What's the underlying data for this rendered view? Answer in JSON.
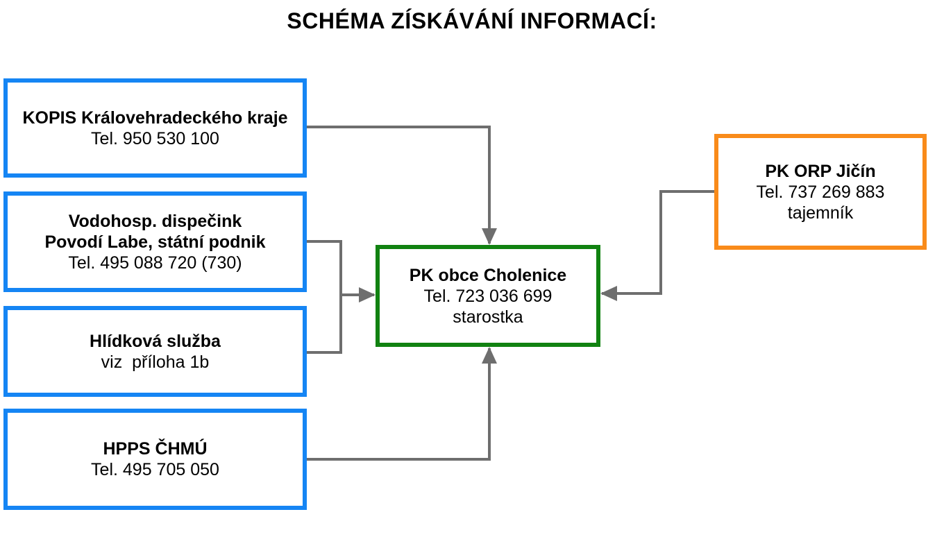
{
  "title": "SCHÉMA ZÍSKÁVÁNÍ INFORMACÍ:",
  "colors": {
    "source_border": "#1585f4",
    "center_border": "#118211",
    "orp_border": "#f98b1a",
    "connector": "#6e6e6e"
  },
  "nodes": {
    "kopis": {
      "title": "KOPIS Královehradeckého kraje",
      "lines": [
        "Tel. 950 530 100"
      ]
    },
    "vodohosp": {
      "title": "Vodohosp. dispečink",
      "title2": "Povodí Labe, státní podnik",
      "lines": [
        "Tel. 495 088 720 (730)"
      ]
    },
    "hlidkova": {
      "title": "Hlídková služba",
      "lines": [
        "viz  příloha 1b"
      ]
    },
    "hpps": {
      "title": "HPPS ČHMÚ",
      "lines": [
        "Tel. 495 705 050"
      ]
    },
    "center": {
      "title": "PK obce Cholenice",
      "lines": [
        "Tel. 723 036 699",
        "starostka"
      ]
    },
    "orp": {
      "title": "PK ORP Jičín",
      "lines": [
        "Tel. 737 269 883",
        "tajemník"
      ]
    }
  },
  "edges": [
    {
      "from": "kopis",
      "to": "center"
    },
    {
      "from": "vodohosp",
      "to": "center"
    },
    {
      "from": "hlidkova",
      "to": "center"
    },
    {
      "from": "hpps",
      "to": "center"
    },
    {
      "from": "orp",
      "to": "center"
    }
  ]
}
